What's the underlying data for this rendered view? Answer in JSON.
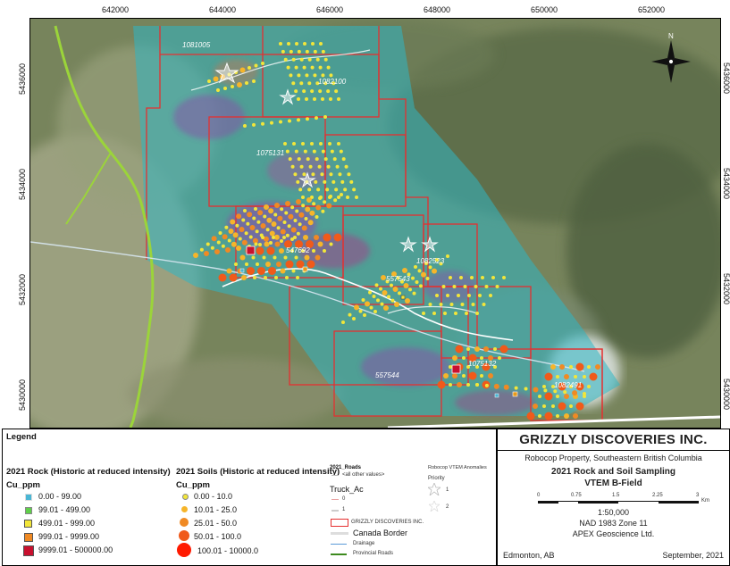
{
  "map": {
    "x_ticks": [
      "642000",
      "644000",
      "646000",
      "648000",
      "650000",
      "652000"
    ],
    "y_ticks": [
      "5436000",
      "5434000",
      "5432000",
      "5430000"
    ],
    "claims": [
      {
        "id": "1081005",
        "label": "1081005"
      },
      {
        "id": "1082100",
        "label": "1082100"
      },
      {
        "id": "1075131",
        "label": "1075131"
      },
      {
        "id": "547692",
        "label": "547692"
      },
      {
        "id": "1082523",
        "label": "1082523"
      },
      {
        "id": "557543",
        "label": "557543"
      },
      {
        "id": "1075132",
        "label": "1075132"
      },
      {
        "id": "557544",
        "label": "557544"
      },
      {
        "id": "1082491",
        "label": "1082491"
      }
    ],
    "north_label": "N",
    "colors": {
      "vtem": "#2fb6c4",
      "claims": "#e53030",
      "soil_low": "#f2e63a",
      "soil_high": "#ff1a00",
      "roads": "#9bd43a"
    }
  },
  "legend": {
    "title": "Legend",
    "rock": {
      "heading": "2021 Rock (Historic at reduced intensity)",
      "field": "Cu_ppm",
      "classes": [
        "0.00 - 99.00",
        "99.01 - 499.00",
        "499.01 - 999.00",
        "999.01 - 9999.00",
        "9999.01 - 500000.00"
      ]
    },
    "soils": {
      "heading": "2021 Soils (Historic at reduced intensity)",
      "field": "Cu_ppm",
      "classes": [
        "0.00 - 10.0",
        "10.01 - 25.0",
        "25.01 - 50.0",
        "50.01 - 100.0",
        "100.01 - 10000.0"
      ]
    },
    "roads": {
      "heading": "2021_Roads",
      "all_other": "<all other values>",
      "truck_field": "Truck_Ac",
      "val0": "0",
      "val1": "1",
      "claims": "GRIZZLY DISCOVERIES INC.",
      "border": "Canada Border",
      "drainage": "Drainage",
      "provincial": "Provincial Roads"
    },
    "vtem": {
      "heading": "Robocop VTEM Anomalies",
      "field": "Priority",
      "p1": "1",
      "p2": "2"
    }
  },
  "title_block": {
    "company": "GRIZZLY DISCOVERIES INC.",
    "property": "Robocop Property, Southeastern British Columbia",
    "title1": "2021 Rock and Soil Sampling",
    "title2": "VTEM B-Field",
    "scale_ticks": [
      "0",
      "0.75",
      "1.5",
      "2.25",
      "3"
    ],
    "scale_unit": "Km",
    "scale": "1:50,000",
    "datum": "NAD 1983 Zone 11",
    "author": "APEX Geoscience Ltd.",
    "place": "Edmonton, AB",
    "date": "September, 2021"
  }
}
